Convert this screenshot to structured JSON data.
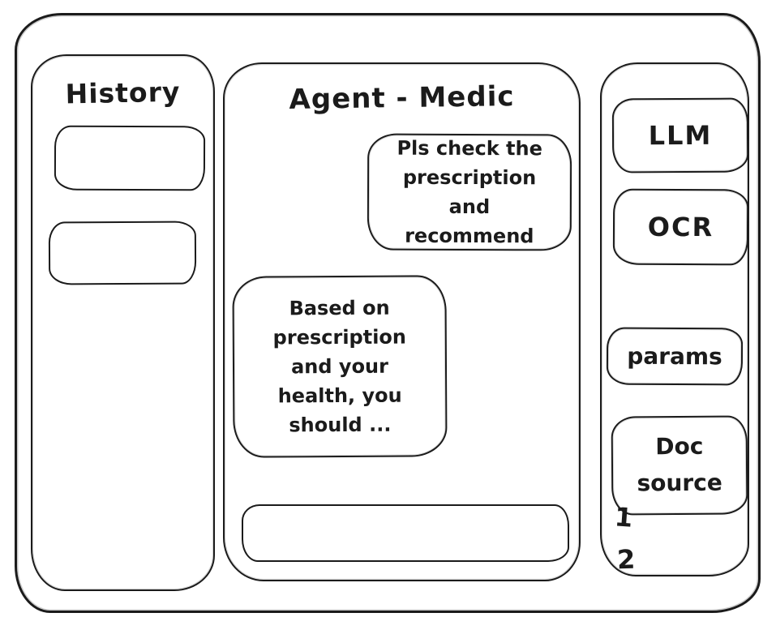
{
  "colors": {
    "ink": "#1b1b1b",
    "background": "#ffffff"
  },
  "history": {
    "title": "History",
    "items": [
      {
        "label": ""
      },
      {
        "label": ""
      }
    ]
  },
  "chat": {
    "title": "Agent - Medic",
    "user_message": "Pls check the prescription and recommend",
    "assistant_message": "Based on prescription and your health, you should ...",
    "input_value": "",
    "input_placeholder": ""
  },
  "tools": {
    "llm_label": "LLM",
    "ocr_label": "OCR",
    "params_label": "params",
    "doc_source_label": "Doc source",
    "doc_source_items": [
      "1",
      "2"
    ]
  }
}
